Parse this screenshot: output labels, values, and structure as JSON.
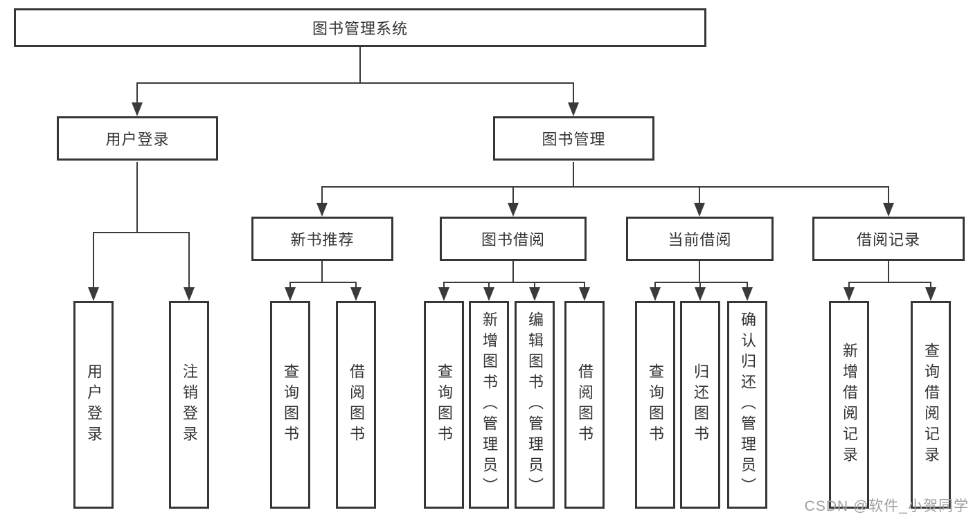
{
  "tree": {
    "label": "图书管理系统",
    "children": [
      {
        "label": "用户登录",
        "children": [
          {
            "label": "用户登录"
          },
          {
            "label": "注销登录"
          }
        ]
      },
      {
        "label": "图书管理",
        "children": [
          {
            "label": "新书推荐",
            "children": [
              {
                "label": "查询图书"
              },
              {
                "label": "借阅图书"
              }
            ]
          },
          {
            "label": "图书借阅",
            "children": [
              {
                "label": "查询图书"
              },
              {
                "label": "新增图书（管理员）"
              },
              {
                "label": "编辑图书（管理员）"
              },
              {
                "label": "借阅图书"
              }
            ]
          },
          {
            "label": "当前借阅",
            "children": [
              {
                "label": "查询图书"
              },
              {
                "label": "归还图书"
              },
              {
                "label": "确认归还（管理员）"
              }
            ]
          },
          {
            "label": "借阅记录",
            "children": [
              {
                "label": "新增借阅记录"
              },
              {
                "label": "查询借阅记录"
              }
            ]
          }
        ]
      }
    ]
  },
  "watermark": "CSDN @软件_小贺同学",
  "colors": {
    "line": "#3a3a3a",
    "border": "#363636",
    "text": "#333333",
    "watermark": "#a0a0a0",
    "background": "#ffffff"
  }
}
